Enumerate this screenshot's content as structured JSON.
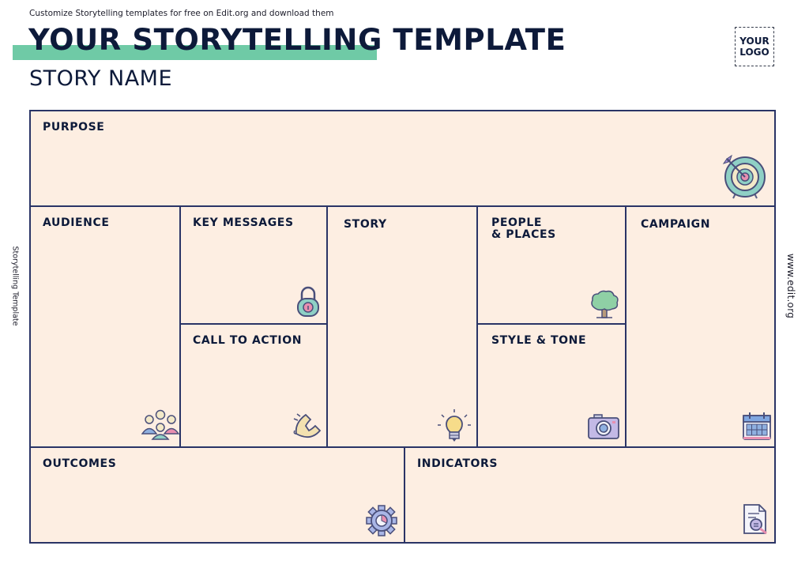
{
  "header": {
    "promo_text": "Customize Storytelling templates for free on Edit.org and download them",
    "title": "YOUR STORYTELLING TEMPLATE",
    "story_name": "STORY NAME",
    "logo_line1": "YOUR",
    "logo_line2": "LOGO"
  },
  "side": {
    "left_text": "Storytelling Template",
    "right_text": "www.edit.org"
  },
  "colors": {
    "cell_fill": "#fdeee2",
    "border": "#2a3466",
    "accent": "#6fcaa6",
    "title": "#0d1a3a"
  },
  "sections": {
    "purpose": {
      "label": "PURPOSE",
      "icon": "target-icon"
    },
    "audience": {
      "label": "AUDIENCE",
      "icon": "people-icon"
    },
    "key_messages": {
      "label": "KEY MESSAGES",
      "icon": "padlock-icon"
    },
    "call_to_action": {
      "label": "CALL TO ACTION",
      "icon": "phone-icon"
    },
    "story": {
      "label": "STORY",
      "icon": "lightbulb-icon"
    },
    "people_places": {
      "label": "PEOPLE\n& PLACES",
      "icon": "tree-icon"
    },
    "style_tone": {
      "label": "STYLE & TONE",
      "icon": "camera-icon"
    },
    "campaign": {
      "label": "CAMPAIGN",
      "icon": "calendar-icon"
    },
    "outcomes": {
      "label": "OUTCOMES",
      "icon": "gear-icon"
    },
    "indicators": {
      "label": "INDICATORS",
      "icon": "document-search-icon"
    }
  }
}
